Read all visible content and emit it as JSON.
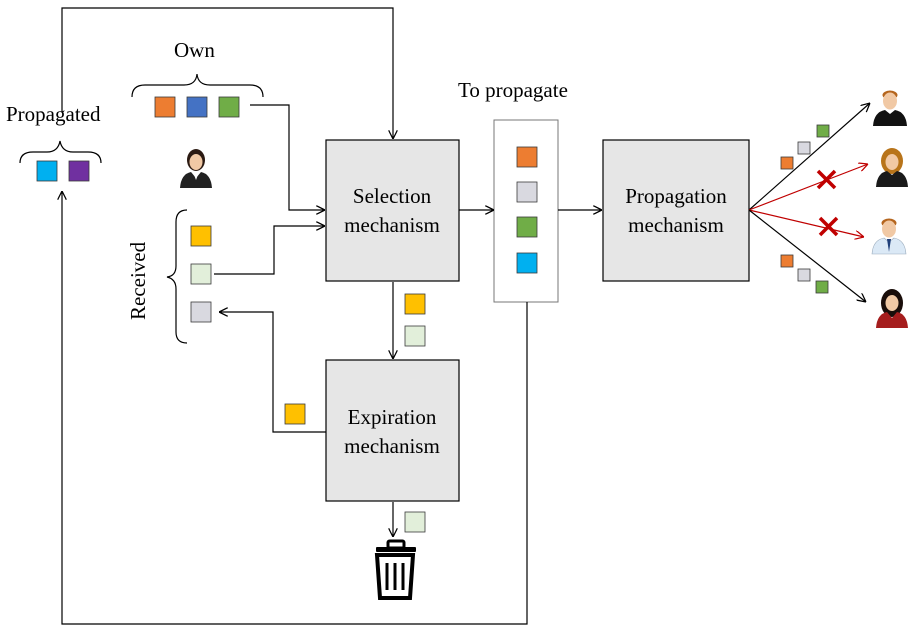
{
  "labels": {
    "own": "Own",
    "propagated": "Propagated",
    "received": "Received",
    "to_propagate": "To propagate"
  },
  "boxes": {
    "selection": [
      "Selection",
      "mechanism"
    ],
    "propagation": [
      "Propagation",
      "mechanism"
    ],
    "expiration": [
      "Expiration",
      "mechanism"
    ]
  },
  "colors": {
    "orange": "#ED7D31",
    "blue": "#4472C4",
    "green": "#70AD47",
    "cyan": "#00B0F0",
    "purple": "#7030A0",
    "yellow": "#FFC000",
    "light_green": "#E2EFDA",
    "light_gray": "#D9D9E0",
    "box_fill": "#E6E6E6",
    "reject_red": "#C00000"
  },
  "icons": {
    "owner": "female-user-icon",
    "recipients": [
      "male-user-icon",
      "female-user-icon",
      "male-user-icon",
      "female-user-icon"
    ],
    "trash": "trash-icon",
    "reject": "x-mark-icon"
  }
}
